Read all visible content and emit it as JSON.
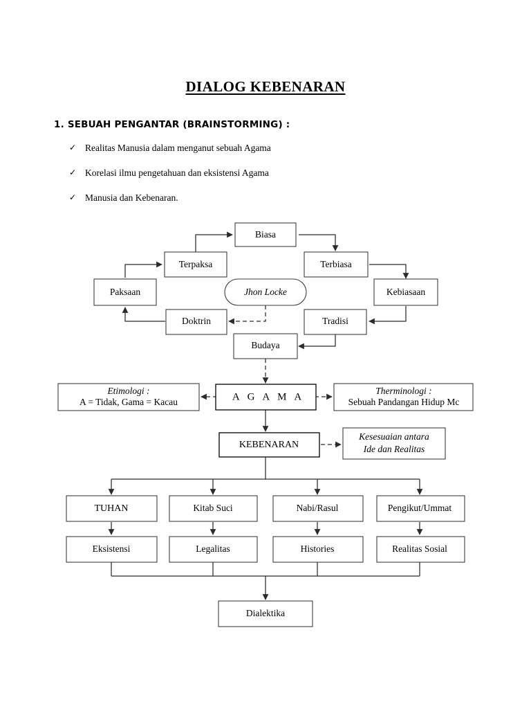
{
  "document": {
    "title": "DIALOG KEBENARAN",
    "section_heading": "1. SEBUAH PENGANTAR (BRAINSTORMING) :",
    "bullet_mark": "✓",
    "bullets": [
      {
        "text": "Realitas Manusia dalam menganut sebuah Agama"
      },
      {
        "text": "Korelasi ilmu pengetahuan dan eksistensi Agama"
      },
      {
        "text": "Manusia dan Kebenaran."
      }
    ]
  },
  "diagram": {
    "cycle": {
      "biasa": "Biasa",
      "terpaksa": "Terpaksa",
      "paksaan": "Paksaan",
      "doktrin": "Doktrin",
      "terbiasa": "Terbiasa",
      "kebiasaan": "Kebiasaan",
      "tradisi": "Tradisi",
      "budaya": "Budaya",
      "jhon_locke": "Jhon Locke"
    },
    "core": {
      "agama": "A G A M A",
      "kebenaran": "KEBENARAN",
      "etimologi_title": "Etimologi :",
      "etimologi_body": "A = Tidak, Gama = Kacau",
      "therminologi_title": "Therminologi :",
      "therminologi_body": "Sebuah Pandangan Hidup Mc",
      "kesesuaian_line1": "Kesesuaian antara",
      "kesesuaian_line2": "Ide dan Realitas"
    },
    "branches": [
      {
        "top": "TUHAN",
        "bottom": "Eksistensi"
      },
      {
        "top": "Kitab Suci",
        "bottom": "Legalitas"
      },
      {
        "top": "Nabi/Rasul",
        "bottom": "Histories"
      },
      {
        "top": "Pengikut/Ummat",
        "bottom": "Realitas Sosial"
      }
    ],
    "result": "Dialektika"
  },
  "colors": {
    "ink": "#000000",
    "stroke": "#2b2b2b",
    "box_stroke": "#3c3c3c",
    "page_background": "#ffffff"
  }
}
